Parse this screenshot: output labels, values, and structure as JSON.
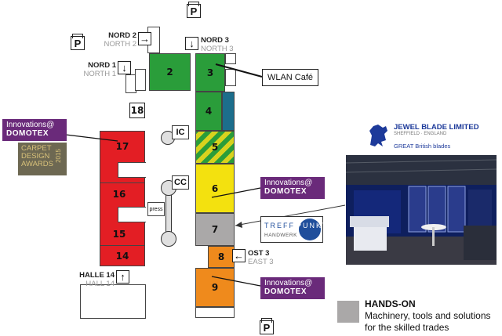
{
  "halls": [
    {
      "label": "2",
      "color": "#2a9d3a"
    },
    {
      "label": "3",
      "color": "#2a9d3a"
    },
    {
      "label": "4",
      "color": "#2a9d3a"
    },
    {
      "label": "5",
      "color": "#d8d21e"
    },
    {
      "label": "6",
      "color": "#f3e10f"
    },
    {
      "label": "7",
      "color": "#aaa8a8"
    },
    {
      "label": "8",
      "color": "#ef8a1c"
    },
    {
      "label": "9",
      "color": "#ef8a1c"
    },
    {
      "label": "14",
      "color": "#e31e24"
    },
    {
      "label": "15",
      "color": "#e31e24"
    },
    {
      "label": "16",
      "color": "#e31e24"
    },
    {
      "label": "17",
      "color": "#e31e24"
    },
    {
      "label": "18",
      "color": "#ffffff"
    }
  ],
  "entrances": {
    "nord2": {
      "de": "NORD 2",
      "en": "NORTH 2"
    },
    "nord3": {
      "de": "NORD 3",
      "en": "NORTH 3"
    },
    "nord1": {
      "de": "NORD 1",
      "en": "NORTH 1"
    },
    "ost3": {
      "de": "OST 3",
      "en": "EAST 3"
    },
    "halle14": {
      "de": "HALLE 14",
      "en": "HALL 14"
    }
  },
  "labels": {
    "wlan": "WLAN Café",
    "ic": "IC",
    "cc": "CC",
    "press": "press",
    "parking": "P"
  },
  "innovations": {
    "line1": "Innovations@",
    "line2": "DOMOTEX"
  },
  "carpet_award": {
    "line1": "CARPET",
    "line2": "DESIGN",
    "line3": "AWARDS",
    "year": "2015"
  },
  "treffpunkt": {
    "main1": "TREFF",
    "main2": "PUNKT",
    "sub": "HANDWERK"
  },
  "jewel_blade": {
    "name": "JEWEL BLADE LIMITED",
    "location": "SHEFFIELD · ENGLAND",
    "tagline": "GREAT British blades"
  },
  "legend": {
    "title": "HANDS-ON",
    "line1": "Machinery, tools and solutions",
    "line2": "for the skilled trades",
    "color": "#aaa8a8"
  }
}
